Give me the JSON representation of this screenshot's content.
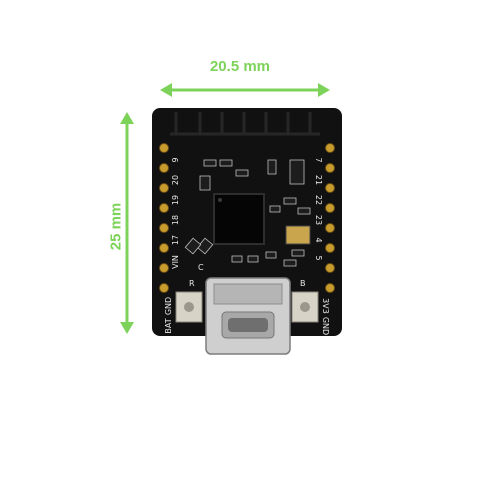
{
  "dimensions": {
    "width_label": "20.5 mm",
    "height_label": "25 mm",
    "accent_color": "#7dd35a"
  },
  "board": {
    "left_pins": [
      "9",
      "20",
      "19",
      "18",
      "17",
      "VIN",
      "GND",
      "BAT"
    ],
    "right_pins": [
      "7",
      "21",
      "22",
      "23",
      "4",
      "5",
      "3V3",
      "GND"
    ],
    "button_labels": [
      "R",
      "B"
    ],
    "c_label": "C"
  }
}
